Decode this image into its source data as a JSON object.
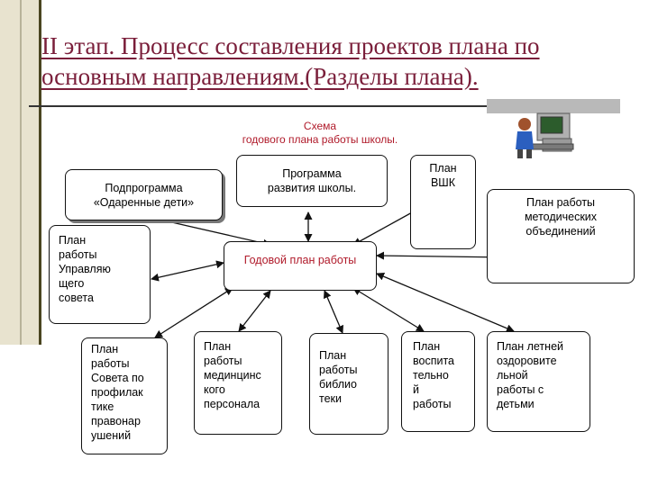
{
  "title": "II этап. Процесс составления проектов плана по основным направлениям.(Разделы плана).",
  "scheme": {
    "line1": "Схема",
    "line2": "годового плана работы школы."
  },
  "boxes": {
    "gifted": "Подпрограмма\n«Одаренные дети»",
    "development": "Программа\nразвития школы.",
    "vshk": "План\nВШК",
    "methodical": "План работы\nметодических\nобъединений",
    "council": "План\nработы\nУправляю\nщего\nсовета",
    "annual": "Годовой план работы",
    "prevention": "План\nработы\nСовета по\nпрофилак\nтике\nправонар\nушений",
    "medical": "План\nработы\nмединцинс\nкого\nперсонала",
    "library": "План\nработы\nбиблио\nтеки",
    "upbringing": "План\nвоспита\nтельно\nй\nработы",
    "summer": "План летней\nоздоровите\nльной\nработы с\nдетьми"
  },
  "colors": {
    "title": "#7a1e3a",
    "scheme": "#b01a2a",
    "annual_text": "#b01a2a"
  }
}
